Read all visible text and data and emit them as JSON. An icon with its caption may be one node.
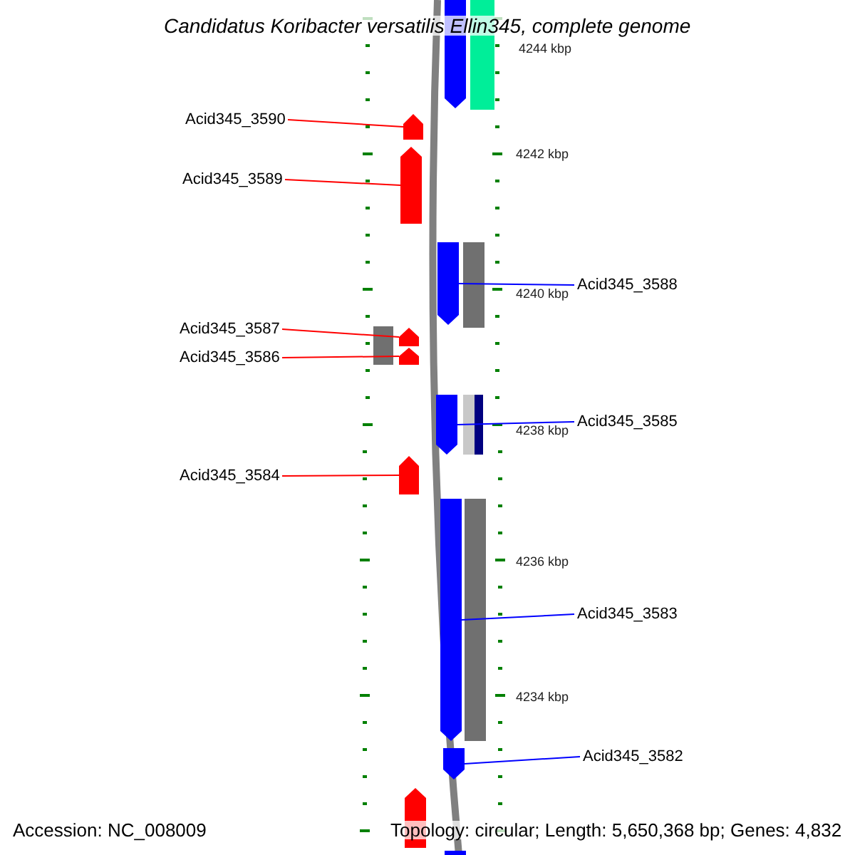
{
  "diagram": {
    "title": "Candidatus Koribacter versatilis Ellin345, complete genome",
    "nodes": [
      {
        "text": [
          "Acid345_3590"
        ]
      },
      {
        "text": [],
        "shape": "bar"
      },
      {
        "text": [
          "Acid345_3589"
        ]
      },
      {
        "text": [],
        "shape": "bar"
      },
      {
        "text": [
          "Acid345_3588"
        ]
      },
      {
        "text": [],
        "shape": "bar"
      },
      {
        "text": [
          "Acid345_3587"
        ]
      },
      {
        "text": [],
        "shape": "bar"
      },
      {
        "text": [
          "Acid345_3586"
        ]
      },
      {
        "text": [],
        "shape": "bar"
      },
      {
        "text": [
          "Acid345_3585"
        ]
      },
      {
        "text": [],
        "shape": "bar"
      },
      {
        "text": [
          "Acid345_3584"
        ]
      },
      {
        "text": [],
        "shape": "bar"
      },
      {
        "text": [
          "Acid345_3583"
        ]
      },
      {
        "text": [],
        "shape": "bar"
      },
      {
        "text": [
          "Acid345_3582"
        ]
      },
      {
        "text": [],
        "shape": "bar"
      },
      {
        "text": [],
        "shape": "bar"
      }
    ],
    "edges": [
      {
        "from": 0,
        "to": 1,
        "arrow": "none",
        "color": "#ff0000"
      },
      {
        "from": 2,
        "to": 3,
        "arrow": "none",
        "color": "#ff0000"
      },
      {
        "from": 4,
        "to": 5,
        "arrow": "none",
        "color": "#0000ff"
      },
      {
        "from": 6,
        "to": 7,
        "arrow": "none",
        "color": "#ff0000"
      },
      {
        "from": 8,
        "to": 9,
        "arrow": "none",
        "color": "#ff0000"
      },
      {
        "from": 10,
        "to": 11,
        "arrow": "none",
        "color": "#0000ff"
      },
      {
        "from": 12,
        "to": 13,
        "arrow": "none",
        "color": "#ff0000"
      },
      {
        "from": 14,
        "to": 15,
        "arrow": "none",
        "color": "#0000ff"
      },
      {
        "from": 16,
        "to": 17,
        "arrow": "none",
        "color": "#0000ff"
      }
    ],
    "labels": [
      "4244 kbp",
      "4242 kbp",
      "4240 kbp",
      "4238 kbp",
      "4236 kbp",
      "4234 kbp",
      "Accession: NC_008009",
      "Topology: circular; Length: 5,650,368 bp; Genes: 4,832"
    ]
  }
}
